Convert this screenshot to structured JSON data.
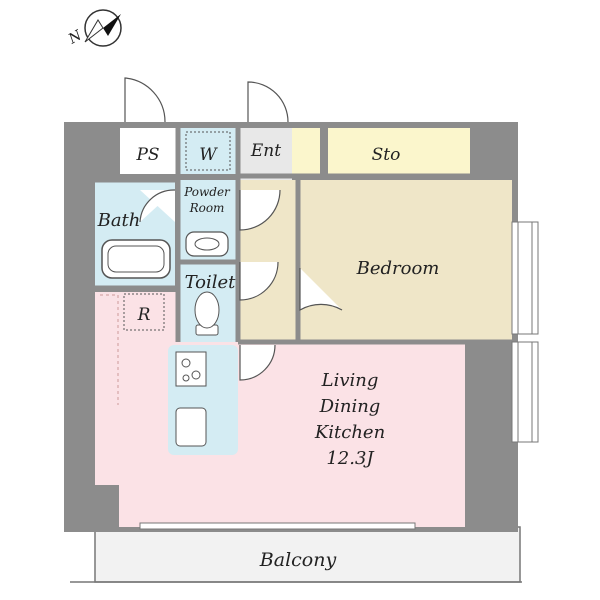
{
  "compass": {
    "north_label": "N"
  },
  "rooms": {
    "ps": "PS",
    "w": "W",
    "ent": "Ent",
    "sto": "Sto",
    "powder_line1": "Powder",
    "powder_line2": "Room",
    "bath": "Bath",
    "toilet": "Toilet",
    "r": "R",
    "bedroom": "Bedroom",
    "ldk_line1": "Living",
    "ldk_line2": "Dining",
    "ldk_line3": "Kitchen",
    "ldk_size": "12.3J",
    "balcony": "Balcony"
  },
  "colors": {
    "wall": "#8c8c8c",
    "balcony": "#f2f2f2",
    "sto": "#fbf6cc",
    "ent": "#e8e8e8",
    "wet": "#d4ecf3",
    "bedroom": "#efe6c8",
    "hall": "#efe6c8",
    "ldk": "#fbe2e6"
  }
}
